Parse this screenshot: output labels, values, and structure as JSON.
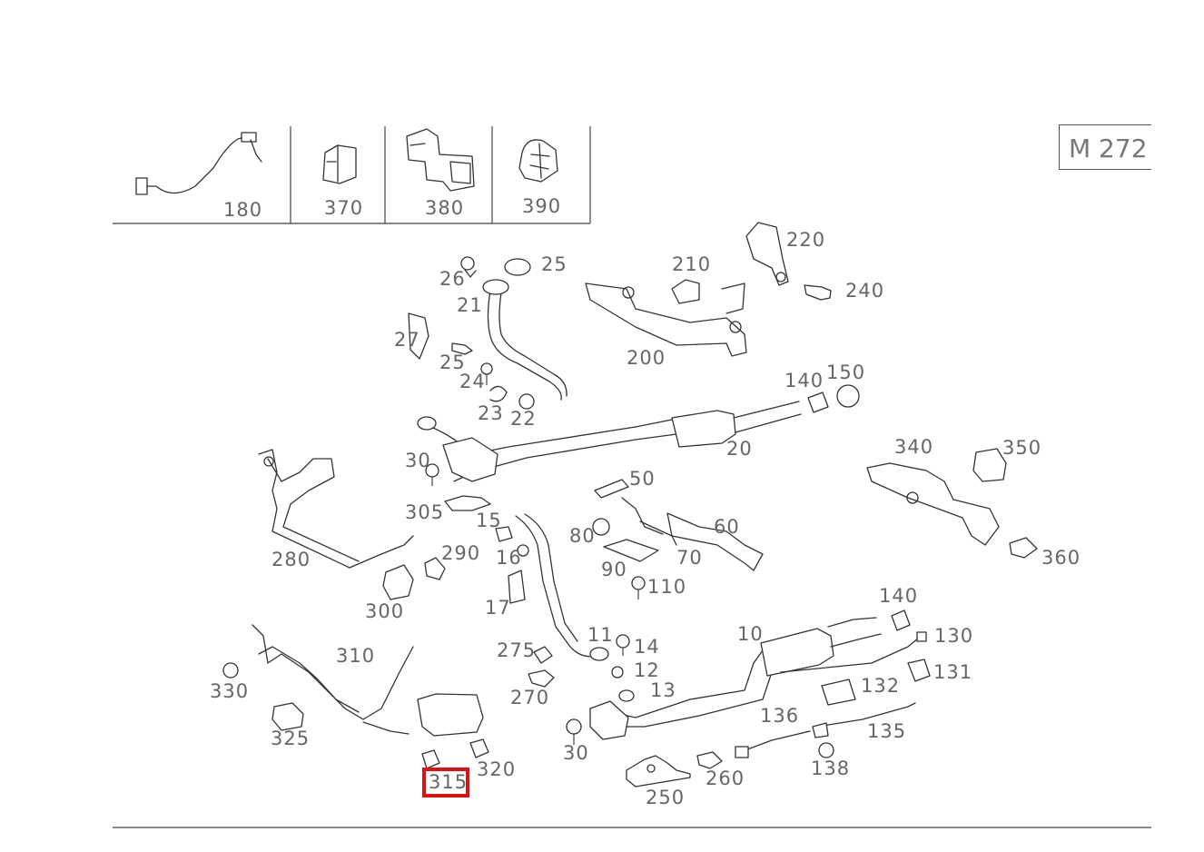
{
  "model_badge": "M 272",
  "highlighted_part": "315",
  "inset_labels": [
    "180",
    "370",
    "380",
    "390"
  ],
  "labels": {
    "l220": "220",
    "l210": "210",
    "l240": "240",
    "l200": "200",
    "l25a": "25",
    "l26": "26",
    "l21": "21",
    "l27": "27",
    "l25b": "25",
    "l24": "24",
    "l23": "23",
    "l22": "22",
    "l140a": "140",
    "l150": "150",
    "l20": "20",
    "l340": "340",
    "l350": "350",
    "l360": "360",
    "l30a": "30",
    "l305": "305",
    "l15": "15",
    "l16": "16",
    "l17": "17",
    "l280": "280",
    "l290": "290",
    "l300": "300",
    "l50": "50",
    "l80": "80",
    "l60": "60",
    "l90": "90",
    "l70": "70",
    "l110": "110",
    "l140b": "140",
    "l130": "130",
    "l10": "10",
    "l131": "131",
    "l132": "132",
    "l11": "11",
    "l14": "14",
    "l12": "12",
    "l13": "13",
    "l275": "275",
    "l270": "270",
    "l30b": "30",
    "l136": "136",
    "l135": "135",
    "l138": "138",
    "l250": "250",
    "l260": "260",
    "l310": "310",
    "l330": "330",
    "l325": "325",
    "l320": "320",
    "l315": "315"
  }
}
